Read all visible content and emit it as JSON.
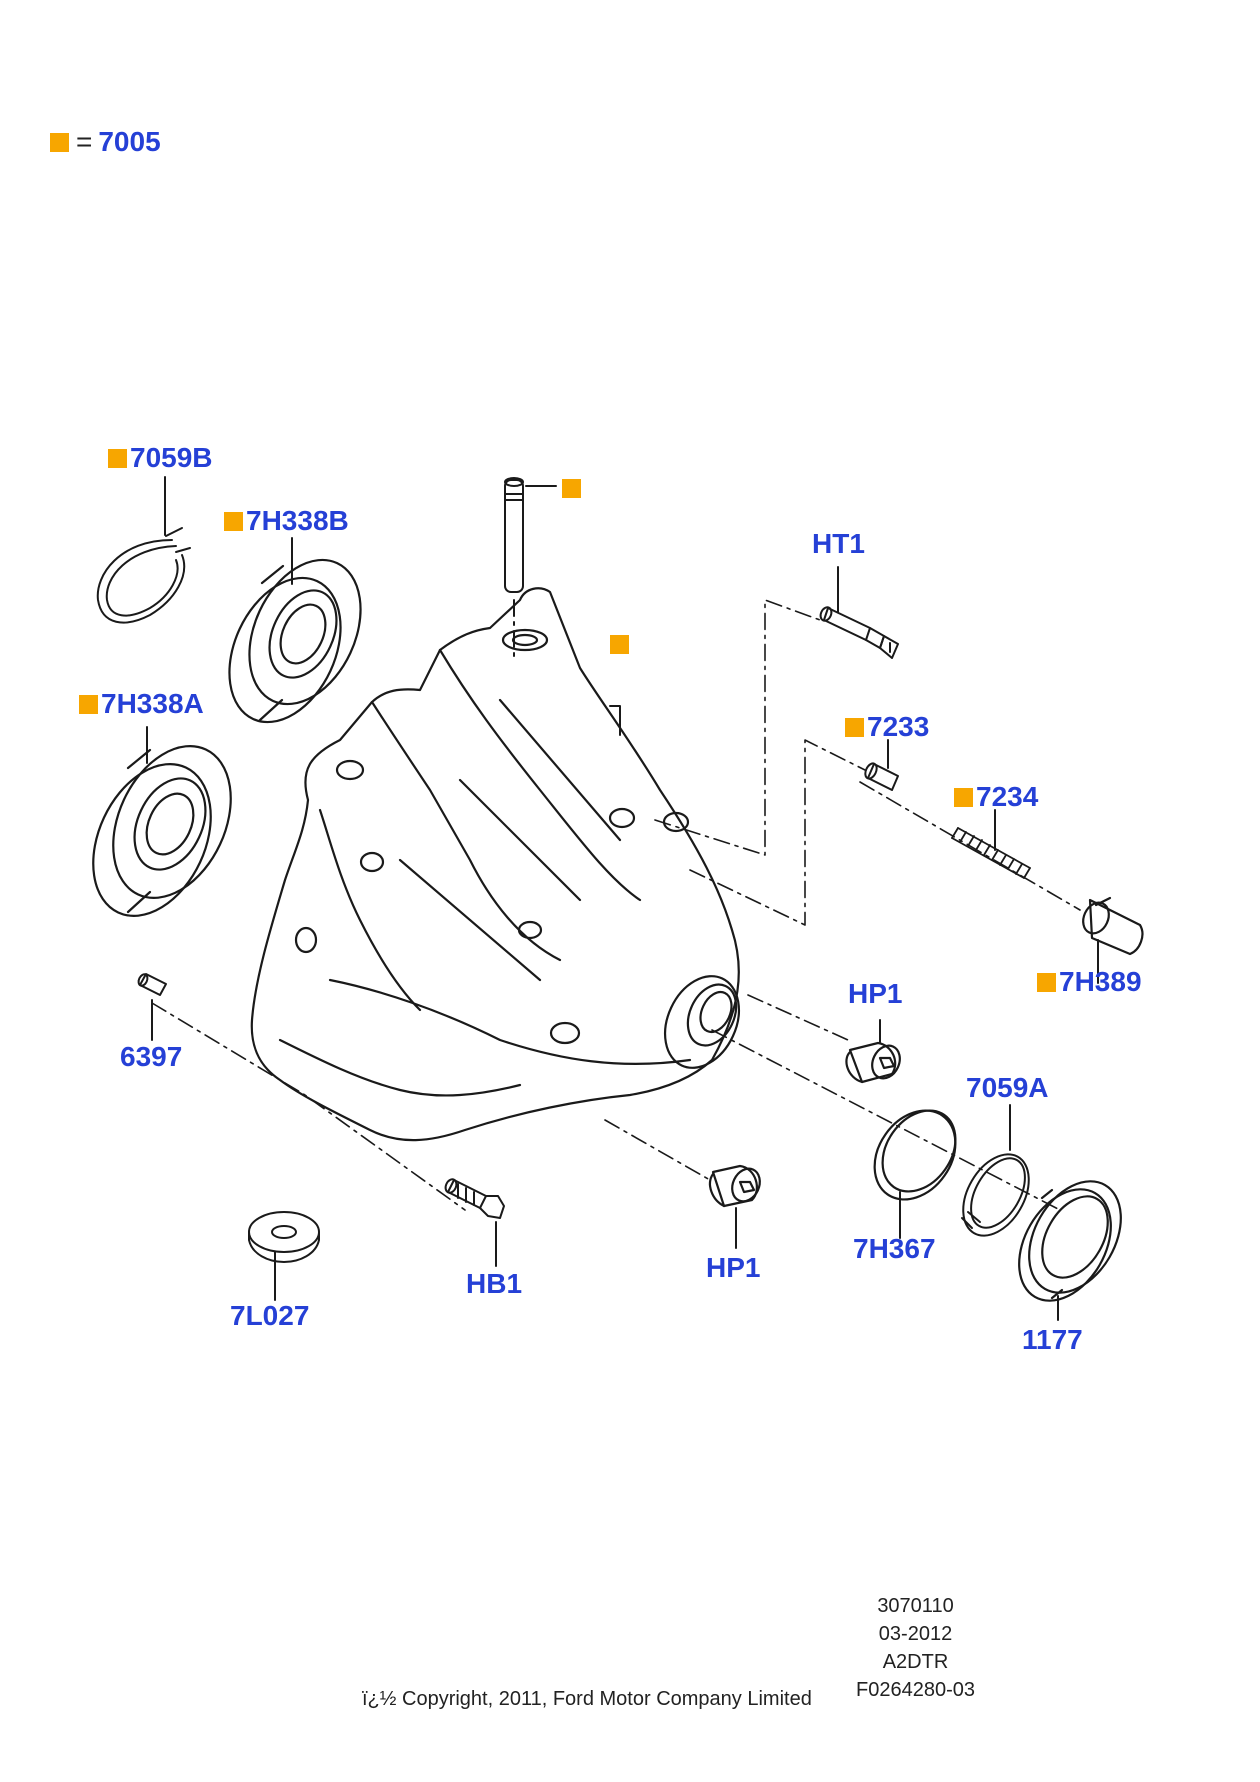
{
  "legend": {
    "color": "#f7a600",
    "equals": "=",
    "part": "7005"
  },
  "callouts": {
    "c7059B": "7059B",
    "c7H338B": "7H338B",
    "c7H338A": "7H338A",
    "cHT1": "HT1",
    "c7233": "7233",
    "c7234": "7234",
    "c7H389": "7H389",
    "cHP1a": "HP1",
    "c6397": "6397",
    "c7059A": "7059A",
    "c7H367": "7H367",
    "cHP1b": "HP1",
    "cHB1": "HB1",
    "c7L027": "7L027",
    "c1177": "1177"
  },
  "meta": {
    "line1": "3070110",
    "line2": "03-2012",
    "line3": "A2DTR",
    "line4": "F0264280-03"
  },
  "copyright": "ï¿½ Copyright, 2011, Ford Motor Company Limited",
  "colors": {
    "label": "#2540d6",
    "marker": "#f7a600",
    "ink": "#1a1a1a"
  }
}
